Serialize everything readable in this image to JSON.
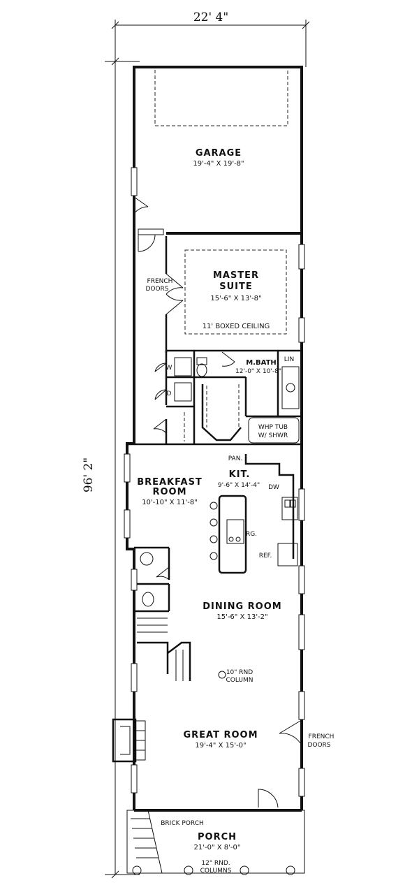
{
  "overall": {
    "width": "22' 4\"",
    "length": "96' 2\""
  },
  "garage": {
    "name": "GARAGE",
    "size": "19'-4\" X 19'-8\""
  },
  "master_suite": {
    "name_line1": "MASTER",
    "name_line2": "SUITE",
    "size": "15'-6\" X 13'-8\"",
    "ceiling": "11' BOXED CEILING"
  },
  "french_doors_upper": {
    "line1": "FRENCH",
    "line2": "DOORS"
  },
  "m_bath": {
    "name": "M.BATH",
    "size": "12'-0\" X 10'-8\""
  },
  "lin": "LIN",
  "washer": "W",
  "dryer": "D",
  "whp_tub": {
    "line1": "WHP TUB",
    "line2": "W/ SHWR"
  },
  "pan": "PAN.",
  "breakfast": {
    "name_line1": "BREAKFAST",
    "name_line2": "ROOM",
    "size": "10'-10\" X 11'-8\""
  },
  "kitchen": {
    "name": "KIT.",
    "size": "9'-6\" X 14'-4\""
  },
  "dw": "DW",
  "rg": "RG.",
  "ref": "REF.",
  "dining": {
    "name": "DINING ROOM",
    "size": "15'-6\" X 13'-2\""
  },
  "column_note": {
    "line1": "10\" RND",
    "line2": "COLUMN"
  },
  "great_room": {
    "name": "GREAT ROOM",
    "size": "19'-4\" X 15'-0\""
  },
  "french_doors_lower": {
    "line1": "FRENCH",
    "line2": "DOORS"
  },
  "brick_porch": "BRICK PORCH",
  "porch": {
    "name": "PORCH",
    "size": "21'-0\" X 8'-0\""
  },
  "porch_columns": {
    "line1": "12\" RND.",
    "line2": "COLUMNS"
  }
}
